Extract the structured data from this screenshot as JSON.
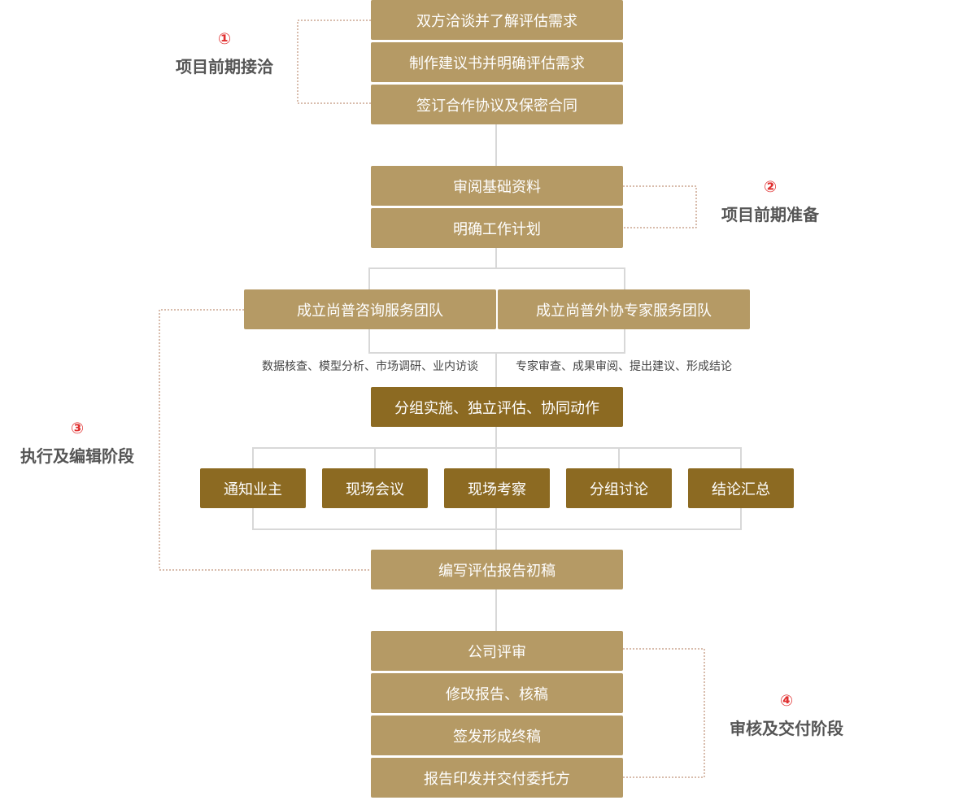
{
  "stages": [
    {
      "num": "①",
      "label": "项目前期接洽"
    },
    {
      "num": "②",
      "label": "项目前期准备"
    },
    {
      "num": "③",
      "label": "执行及编辑阶段"
    },
    {
      "num": "④",
      "label": "审核及交付阶段"
    }
  ],
  "steps": [
    "双方洽谈并了解评估需求",
    "制作建议书并明确评估需求",
    "签订合作协议及保密合同",
    "审阅基础资料",
    "明确工作计划",
    "成立尚普咨询服务团队",
    "成立尚普外协专家服务团队",
    "分组实施、独立评估、协同动作",
    "通知业主",
    "现场会议",
    "现场考察",
    "分组讨论",
    "结论汇总",
    "编写评估报告初稿",
    "公司评审",
    "修改报告、核稿",
    "签发形成终稿",
    "报告印发并交付委托方"
  ],
  "notes": [
    "数据核查、模型分析、市场调研、业内访谈",
    "专家审查、成果审阅、提出建议、形成结论"
  ],
  "colors": {
    "box_light": "#b59a65",
    "box_dark": "#8c6a22",
    "stage_number": "#e03030",
    "stage_label": "#555555",
    "connector": "#d8d8d8",
    "bracket": "#b07a5a"
  }
}
